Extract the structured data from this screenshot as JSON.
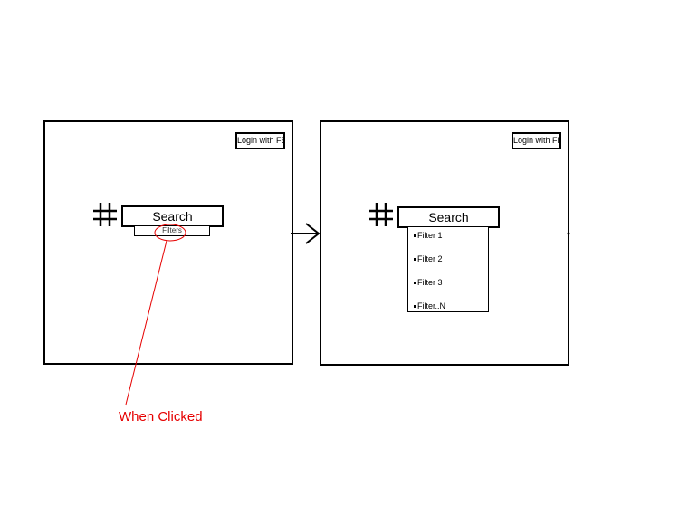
{
  "left_screen": {
    "login_label": "Login with FB",
    "search_label": "Search",
    "filters_label": "Filters"
  },
  "right_screen": {
    "login_label": "Login with FB",
    "search_label": "Search",
    "filters": [
      "Filter 1",
      "Filter 2",
      "Filter 3",
      "Filter..N"
    ]
  },
  "annotation": {
    "caption": "When Clicked",
    "color": "#e60000"
  },
  "icons": {
    "menu": "hash-icon",
    "transition": "arrow-right-icon"
  }
}
